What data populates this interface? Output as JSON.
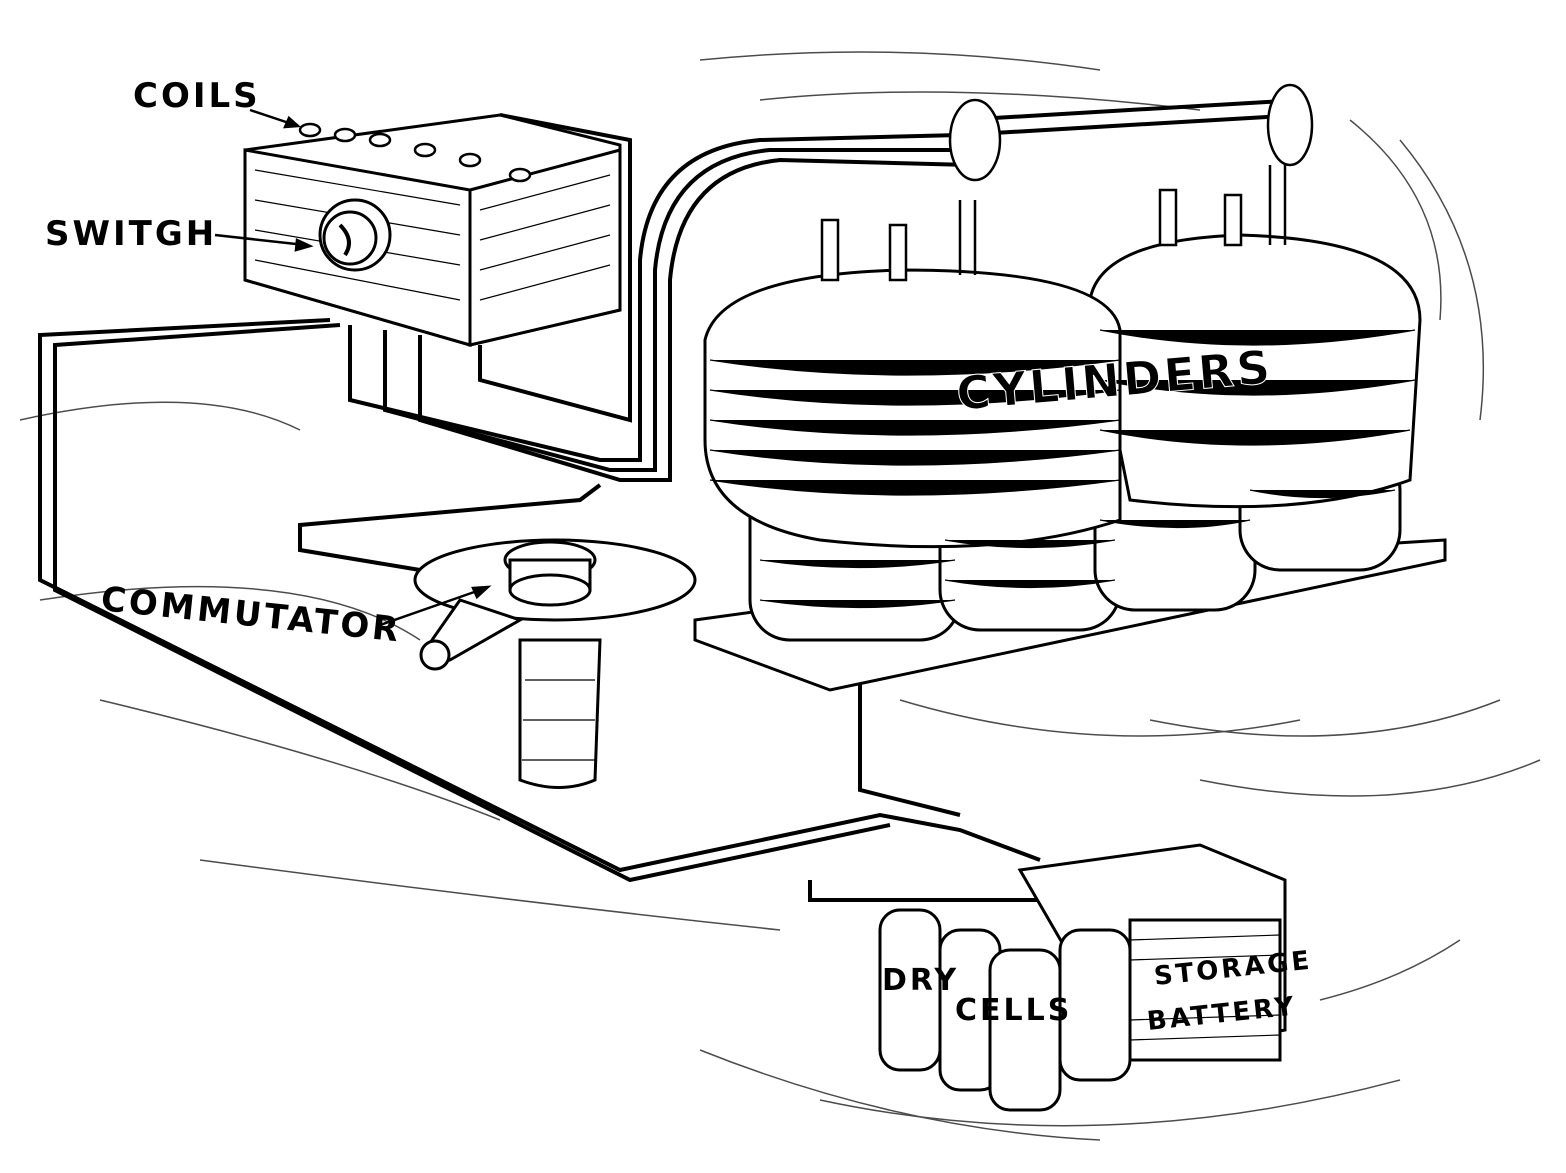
{
  "labels": {
    "coils": "COILS",
    "switch": "SWITGH",
    "commutator": "COMMUTATOR",
    "cylinders": "CYLINDERS",
    "dry_cells_1": "DRY",
    "dry_cells_2": "CELLS",
    "storage_1": "STORAGE",
    "storage_2": "BATTERY"
  },
  "colors": {
    "ink": "#000000",
    "paper": "#ffffff"
  }
}
